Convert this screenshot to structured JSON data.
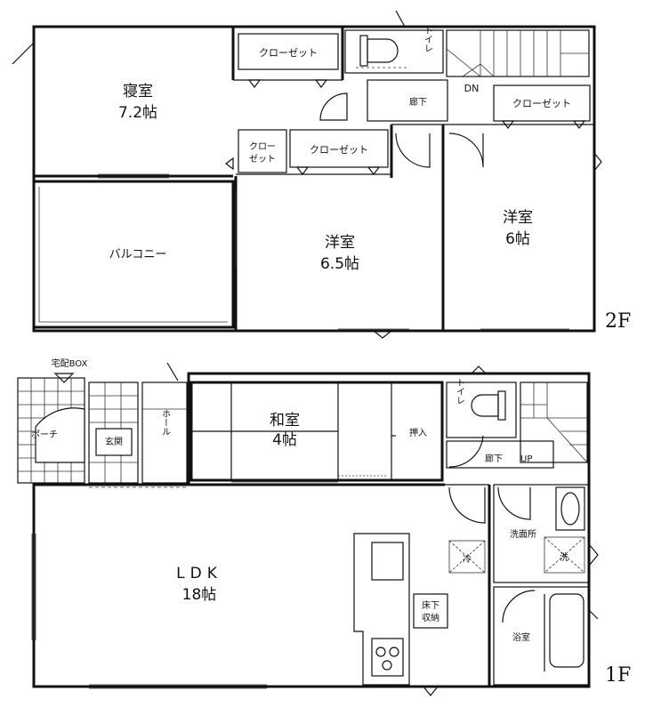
{
  "floors": {
    "second": {
      "label": "2F",
      "rooms": {
        "bedroom_name": "寝室",
        "bedroom_size": "7.2帖",
        "balcony": "バルコニー",
        "western_a_name": "洋室",
        "western_a_size": "6.5帖",
        "western_b_name": "洋室",
        "western_b_size": "6帖",
        "hallway": "廊下",
        "stairs_down": "DN",
        "toilet": "トイレ"
      },
      "closets": {
        "top": "クローゼット",
        "right": "クローゼット",
        "middle": "クローゼット",
        "small_line1": "クロー",
        "small_line2": "ゼット"
      }
    },
    "first": {
      "label": "1F",
      "rooms": {
        "delivery_box": "宅配BOX",
        "porch": "ポーチ",
        "entrance": "玄関",
        "hall": "ホール",
        "japanese_name": "和室",
        "japanese_size": "4帖",
        "oshiire": "押入",
        "toilet": "トイレ",
        "hallway": "廊下",
        "stairs_up": "UP",
        "ldk_name": "LDK",
        "ldk_size": "18帖",
        "fridge": "冷",
        "underfloor_line1": "床下",
        "underfloor_line2": "収納",
        "washroom": "洗面所",
        "washer": "洗",
        "bathroom": "浴室"
      }
    }
  }
}
